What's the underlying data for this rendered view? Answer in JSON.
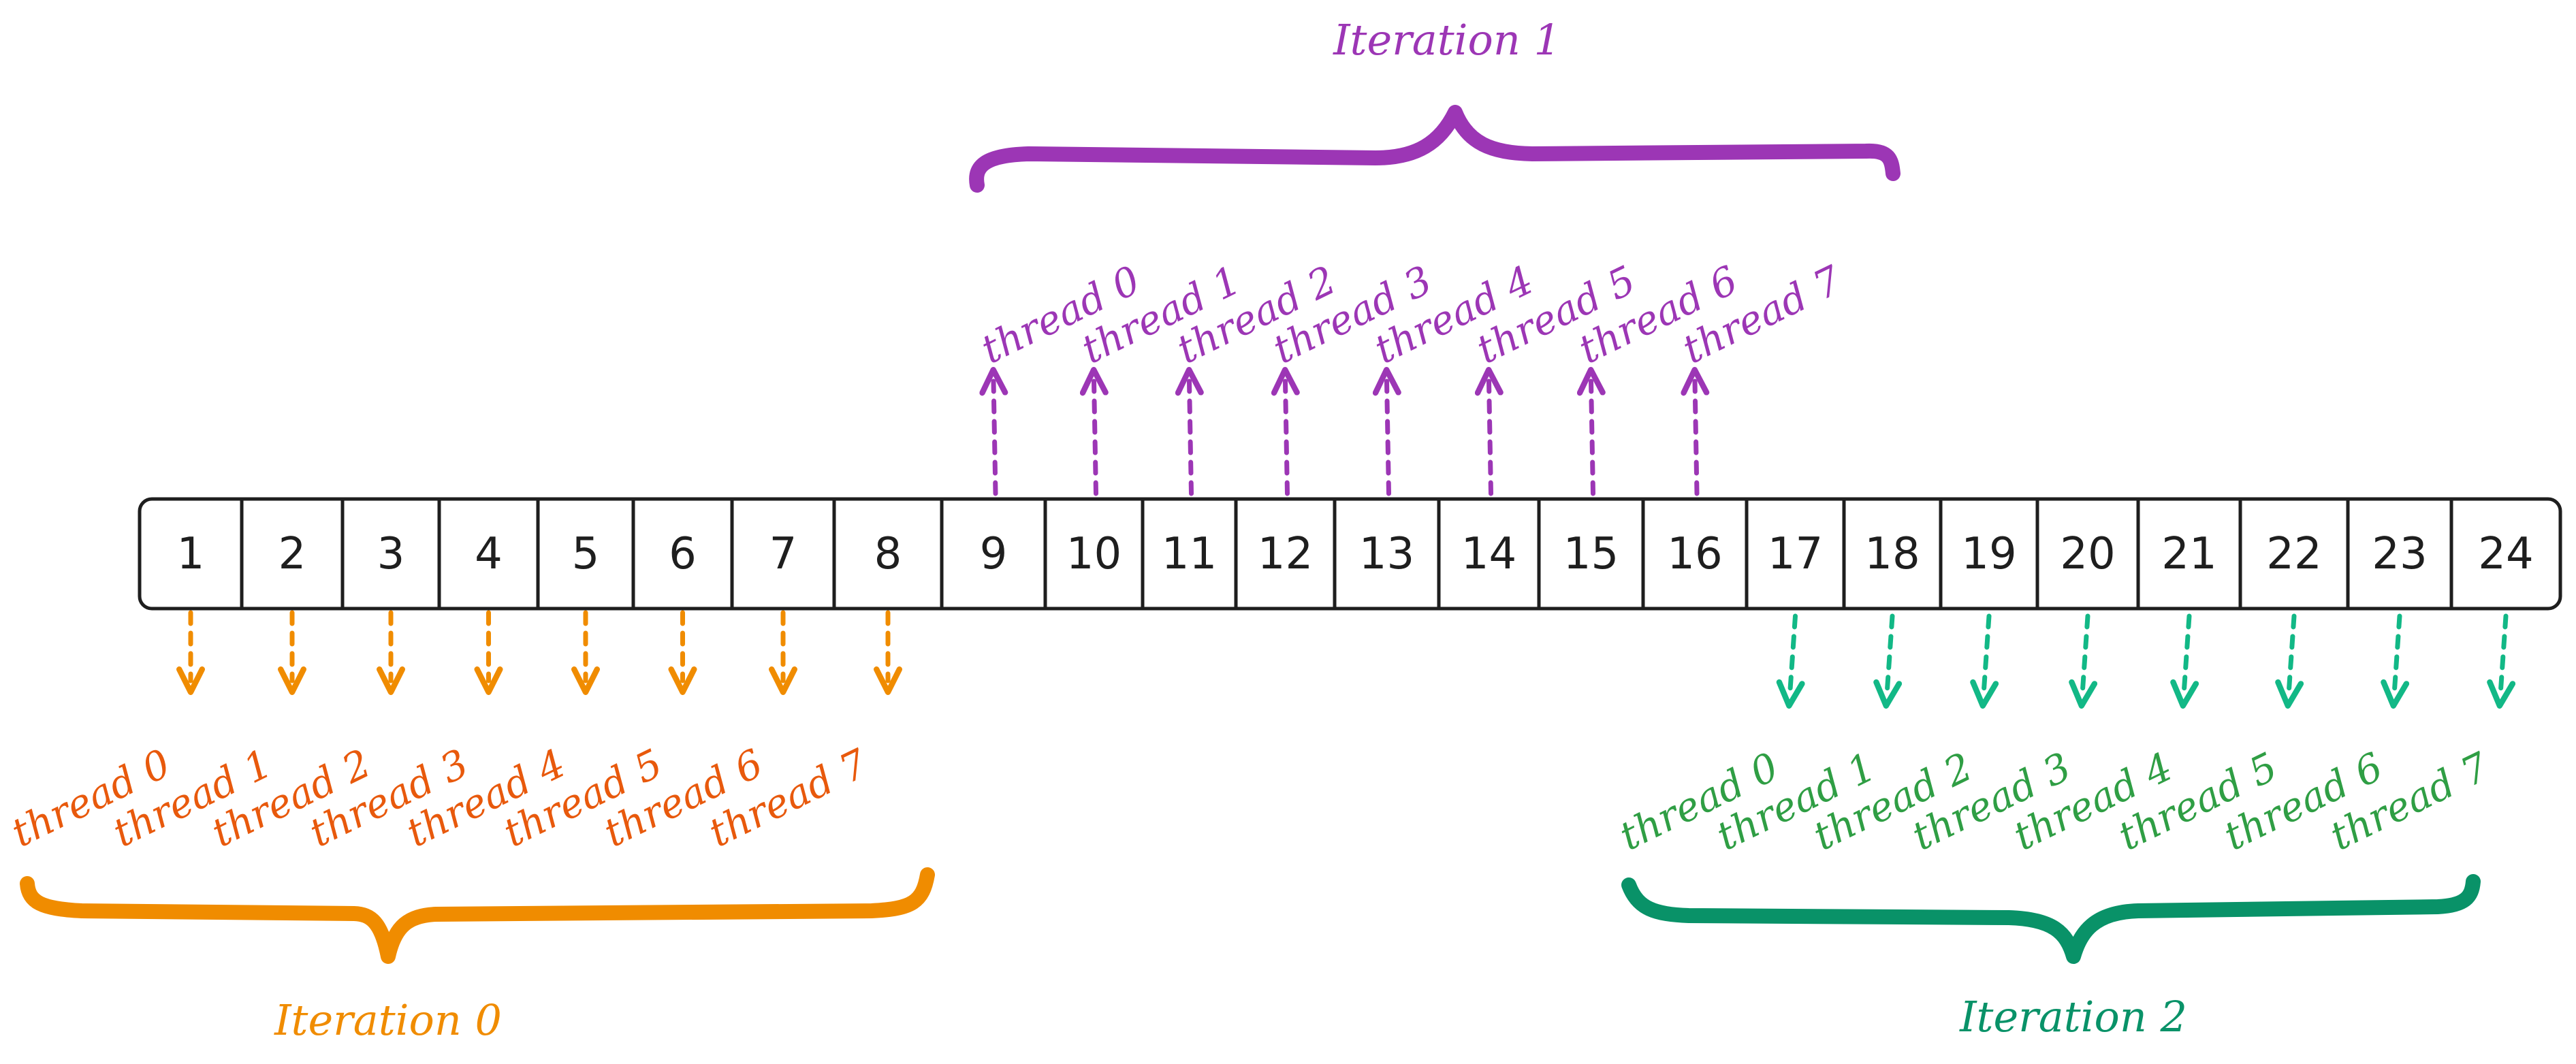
{
  "cells": [
    "1",
    "2",
    "3",
    "4",
    "5",
    "6",
    "7",
    "8",
    "9",
    "10",
    "11",
    "12",
    "13",
    "14",
    "15",
    "16",
    "17",
    "18",
    "19",
    "20",
    "21",
    "22",
    "23",
    "24"
  ],
  "groups": [
    {
      "iteration_label": "Iteration 0",
      "color": "#f08c00",
      "text_color": "#e8590c",
      "threads": [
        "thread 0",
        "thread 1",
        "thread 2",
        "thread 3",
        "thread 4",
        "thread 5",
        "thread 6",
        "thread 7"
      ]
    },
    {
      "iteration_label": "Iteration 1",
      "color": "#9c36b5",
      "text_color": "#9c36b5",
      "threads": [
        "thread 0",
        "thread 1",
        "thread 2",
        "thread 3",
        "thread 4",
        "thread 5",
        "thread 6",
        "thread 7"
      ]
    },
    {
      "iteration_label": "Iteration 2",
      "color": "#12b886",
      "text_color": "#2f9e44",
      "brace_color": "#099268",
      "threads": [
        "thread 0",
        "thread 1",
        "thread 2",
        "thread 3",
        "thread 4",
        "thread 5",
        "thread 6",
        "thread 7"
      ]
    }
  ]
}
